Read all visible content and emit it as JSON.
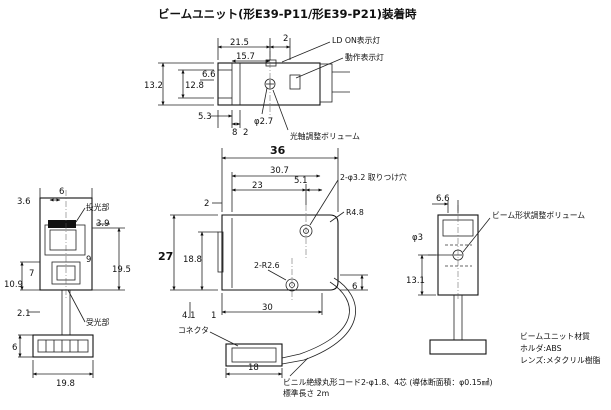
{
  "title": "ビームユニット(形E39-P11/形E39-P21)装着時",
  "top_view": {
    "dims": [
      "21.5",
      "2",
      "15.7",
      "13.2",
      "12.8",
      "6.6",
      "5.3",
      "8",
      "2",
      "φ2.7"
    ],
    "callouts": {
      "ld_on": "LD ON表示灯",
      "operation": "動作表示灯",
      "optical_axis": "光軸調整ボリューム"
    }
  },
  "front_view": {
    "dims": [
      "3.6",
      "6",
      "3.9",
      "9",
      "19.5",
      "10.9",
      "7",
      "2.1",
      "6",
      "19.8"
    ],
    "callouts": {
      "emitter": "投光部",
      "receiver": "受光部"
    }
  },
  "side_view": {
    "dims": [
      "36",
      "30.7",
      "23",
      "5.1",
      "2",
      "27",
      "18.8",
      "4.1",
      "1",
      "30",
      "6",
      "18"
    ],
    "callouts": {
      "mount_hole": "2-φ3.2 取りつけ穴",
      "radius1": "R4.8",
      "radius2": "2-R2.6",
      "connector": "コネクタ",
      "cable_line1": "ビニル絶縁丸形コード2-φ1.8、4芯 (導体断面積：φ0.15㎟)",
      "cable_line2": "標準長さ 2m"
    }
  },
  "right_view": {
    "dims": [
      "6.6",
      "φ3",
      "13.1"
    ],
    "callouts": {
      "beam_vol": "ビーム形状調整ボリューム"
    }
  },
  "material_note": {
    "heading": "ビームユニット材質",
    "holder": "ホルダ:ABS",
    "lens": "レンズ:メタクリル樹脂"
  }
}
